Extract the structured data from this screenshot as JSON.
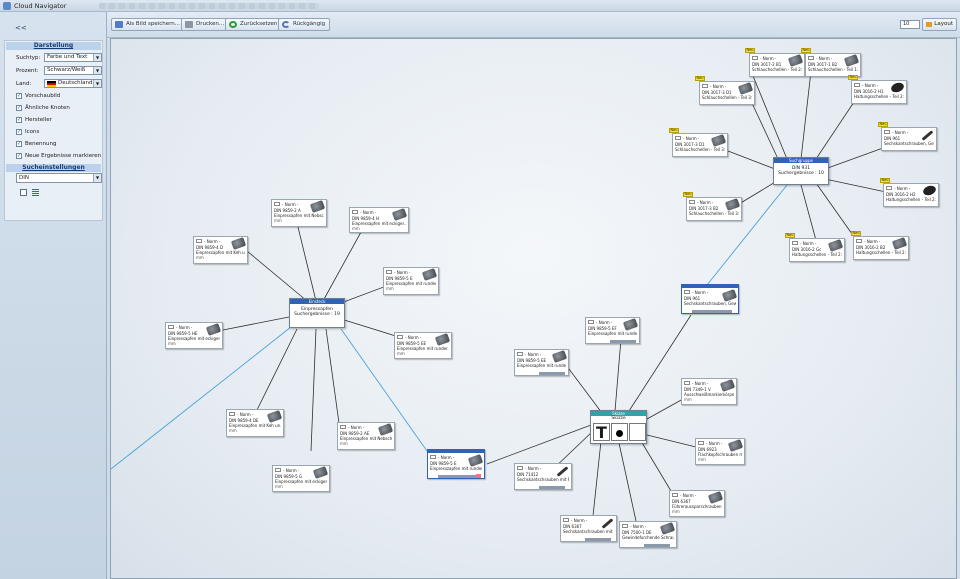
{
  "window": {
    "title": "Cloud Navigator"
  },
  "left": {
    "collapse": "<<",
    "section1": "Darstellung",
    "suchtyp_label": "Suchtyp:",
    "suchtyp_value": "Farbe und Text",
    "prozent_label": "Prozent:",
    "prozent_value": "Schwarz/Weiß",
    "land_label": "Land:",
    "land_value": "Deutschland",
    "checks": [
      "Vorschaubild",
      "Ähnliche Knoten",
      "Hersteller",
      "Icons",
      "Benennung",
      "Neue Ergebnisse markieren"
    ],
    "section2": "Sucheinstellungen",
    "norm_value": "DIN"
  },
  "toolbar": {
    "save": "Als Bild speichern...",
    "print": "Drucken...",
    "reset": "Zurücksetzen",
    "undo": "Rückgängig",
    "zoom": "10",
    "layout": "Layout"
  },
  "graph": {
    "norm_tag": "- Norm -",
    "unit": "mm",
    "new_badge": "Neu",
    "hub_left": {
      "head": "Einsteck",
      "t1": "Einpressapfen",
      "t2": "Suchergebnisse : 19"
    },
    "hub_right": {
      "head": "Suchgruppe",
      "t1": "DIN 931",
      "t2": "Suchergebnisse : 10"
    },
    "hub_mid": {
      "head": "Einsteck",
      "t1": "DIN 9859-5 E",
      "t2": "Einpresszapfen mit runder..."
    },
    "hub_din931": {
      "head": "Einsteck",
      "t1": "DIN 961",
      "t2": "Sechskantschrauben, Gewi..."
    },
    "hub_skizze": {
      "head": "Skizze",
      "t1": "Skizze"
    },
    "nodes": [
      {
        "code": "DIN 9859-2 A",
        "desc": "Einpressapfen mit Nebsch..."
      },
      {
        "code": "DIN 9859-4 H",
        "desc": "Einpressapfen mit eckiger..."
      },
      {
        "code": "DIN 9859-4 D",
        "desc": "Einpressapfen mit Keh un..."
      },
      {
        "code": "DIN 9859-5 E",
        "desc": "Einpressapfen mit runder..."
      },
      {
        "code": "DIN 9859-5 HE",
        "desc": "Einpressapfen mit eckiger..."
      },
      {
        "code": "DIN 9859-5 EE",
        "desc": "Einpressapfen mit runder..."
      },
      {
        "code": "DIN 9859-4 DE",
        "desc": "Einpressapfen mit Keh un..."
      },
      {
        "code": "DIN 9859-2 AE",
        "desc": "Einpressapfen mit Nebsch..."
      },
      {
        "code": "DIN 9859-5 G",
        "desc": "Einpressapfen mit eckiger..."
      },
      {
        "code": "DIN 3017-2 B1",
        "desc": "Schlauchschellen - Teil 2: Sc..."
      },
      {
        "code": "DIN 3017-1 B2",
        "desc": "Schlauchschellen - Teil 1: Sc..."
      },
      {
        "code": "DIN 3017-3 D1",
        "desc": "Schlauchschellen - Teil 3: Sc..."
      },
      {
        "code": "DIN 3016-2 H1",
        "desc": "Haltungsschellen - Teil 2:..."
      },
      {
        "code": "DIN 3017-3 D1",
        "desc": "Schlauchschellen - Teil 3: Sc..."
      },
      {
        "code": "DIN 961",
        "desc": "Sechskantschrauben, Gewi..."
      },
      {
        "code": "DIN 3017-3 B2",
        "desc": "Schlauchschellen - Teil 3: Sc..."
      },
      {
        "code": "DIN 3016-2 H2",
        "desc": "Haltungsschellen - Teil 2:..."
      },
      {
        "code": "DIN 3016-2 Gc",
        "desc": "Haltungsschellen - Teil 2:..."
      },
      {
        "code": "DIN 3016-2 B2",
        "desc": "Haltungsschellen - Teil 2:..."
      },
      {
        "code": "DIN 9859-5 EF",
        "desc": "Einpressapfen mit runder..."
      },
      {
        "code": "DIN 9859-5 EE",
        "desc": "Einpressapfen mit runder..."
      },
      {
        "code": "DIN 71412",
        "desc": "Sechskantschrauben mit Fl..."
      },
      {
        "code": "DIN 7349-1 V",
        "desc": "Ausschweißmarkierkörper, für..."
      },
      {
        "code": "DIN 6923",
        "desc": "Flachkopfschrauben mit Sch..."
      },
      {
        "code": "DIN 6367",
        "desc": "Führeraussparschrauben für..."
      },
      {
        "code": "DIN 6367",
        "desc": "Sechskantschrauben mit Kl..."
      },
      {
        "code": "DIN 7500-1 DE",
        "desc": "Gewindefurchende Schrau..."
      }
    ]
  }
}
